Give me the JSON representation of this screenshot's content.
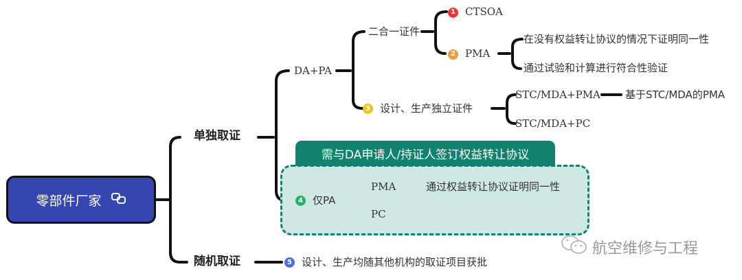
{
  "root": {
    "label": "零部件厂家",
    "icon": "link-icon"
  },
  "branches": {
    "separate": {
      "label": "单独取证",
      "da_pa": {
        "label": "DA+PA",
        "two_in_one": {
          "label": "二合一证件",
          "ctsoa": {
            "badge": "1",
            "badge_color": "#e8393a",
            "label": "CTSOA"
          },
          "pma": {
            "badge": "2",
            "badge_color": "#f39a3a",
            "label": "PMA",
            "children": [
              "在没有权益转让协议的情况下证明同一性",
              "通过试验和计算进行符合性验证"
            ]
          }
        },
        "independent": {
          "badge": "3",
          "badge_color": "#f2c31b",
          "label": "设计、生产独立证件",
          "stc_pma": {
            "label": "STC/MDA+PMA",
            "child": "基于STC/MDA的PMA"
          },
          "stc_pc": {
            "label": "STC/MDA+PC"
          }
        }
      },
      "pa_only": {
        "group_label": "需与DA申请人/持证人签订权益转让协议",
        "badge": "4",
        "badge_color": "#21b36b",
        "label": "仅PA",
        "pma": {
          "label": "PMA",
          "child": "通过权益转让协议证明同一性"
        },
        "pc": {
          "label": "PC"
        }
      }
    },
    "random": {
      "label": "随机取证",
      "item": {
        "badge": "5",
        "badge_color": "#4a6fe0",
        "label": "设计、生产均随其他机构的取证项目获批"
      }
    }
  },
  "watermark": {
    "icon": "wechat-icon",
    "text": "航空维修与工程"
  },
  "colors": {
    "root_fill": "#3546b0",
    "group_fill": "#cfe8e3",
    "group_accent": "#11826d",
    "line": "#111111"
  }
}
